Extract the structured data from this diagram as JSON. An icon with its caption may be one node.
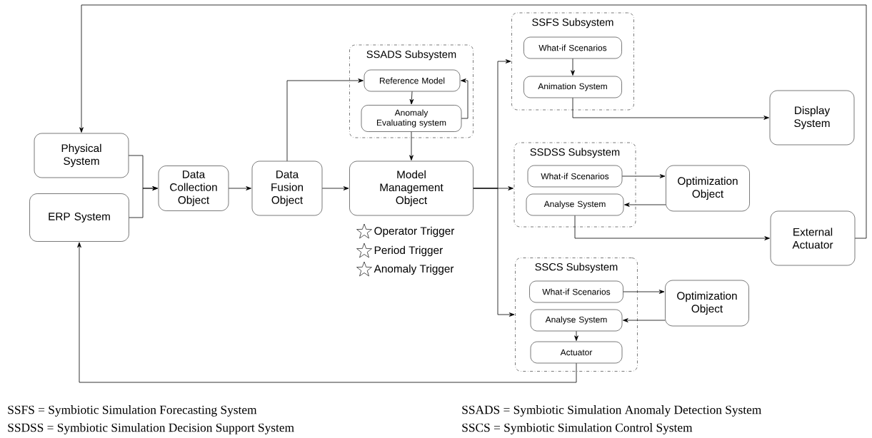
{
  "diagram": {
    "nodes": [
      {
        "text": [
          "Physical System"
        ]
      },
      {
        "text": [
          "ERP System"
        ]
      },
      {
        "text": [
          "Data Collection Object"
        ]
      },
      {
        "text": [
          "Data Fusion Object"
        ]
      },
      {
        "text": [
          "SSADS Subsystem"
        ]
      },
      {
        "text": [
          "Reference Model"
        ],
        "in": 4
      },
      {
        "text": [
          "Anomaly Evaluating system"
        ],
        "in": 4
      },
      {
        "text": [
          "Model Management Object"
        ]
      },
      {
        "text": [
          "SSFS Subsystem"
        ]
      },
      {
        "text": [
          "What-if Scenarios"
        ],
        "in": 8
      },
      {
        "text": [
          "Animation System"
        ],
        "in": 8
      },
      {
        "text": [
          "Display System"
        ]
      },
      {
        "text": [
          "SSDSS Subsystem"
        ]
      },
      {
        "text": [
          "What-if Scenarios"
        ],
        "in": 12
      },
      {
        "text": [
          "Analyse System"
        ],
        "in": 12
      },
      {
        "text": [
          "Optimization Object"
        ]
      },
      {
        "text": [
          "External Actuator"
        ]
      },
      {
        "text": [
          "SSCS Subsystem"
        ]
      },
      {
        "text": [
          "What-if Scenarios"
        ],
        "in": 17
      },
      {
        "text": [
          "Analyse System"
        ],
        "in": 17
      },
      {
        "text": [
          "Actuator"
        ],
        "in": 17
      },
      {
        "text": [
          "Optimization Object"
        ]
      }
    ],
    "edges": [
      {
        "from": 0,
        "to": 2,
        "arrow": "to"
      },
      {
        "from": 1,
        "to": 2,
        "arrow": "to"
      },
      {
        "from": 2,
        "to": 3,
        "arrow": "to"
      },
      {
        "from": 3,
        "to": 7,
        "arrow": "to"
      },
      {
        "from": 3,
        "to": 5,
        "arrow": "to"
      },
      {
        "from": 5,
        "to": 6,
        "arrow": "to"
      },
      {
        "from": 6,
        "to": 5,
        "arrow": "to"
      },
      {
        "from": 6,
        "to": 7,
        "arrow": "to"
      },
      {
        "from": 7,
        "to": 8,
        "arrow": "to"
      },
      {
        "from": 7,
        "to": 12,
        "arrow": "to"
      },
      {
        "from": 7,
        "to": 17,
        "arrow": "to"
      },
      {
        "from": 9,
        "to": 10,
        "arrow": "to"
      },
      {
        "from": 10,
        "to": 11,
        "arrow": "to"
      },
      {
        "from": 13,
        "to": 15,
        "arrow": "to"
      },
      {
        "from": 15,
        "to": 14,
        "arrow": "to"
      },
      {
        "from": 14,
        "to": 16,
        "arrow": "to"
      },
      {
        "from": 16,
        "to": 0,
        "arrow": "to"
      },
      {
        "from": 18,
        "to": 21,
        "arrow": "to"
      },
      {
        "from": 21,
        "to": 19,
        "arrow": "to"
      },
      {
        "from": 19,
        "to": 20,
        "arrow": "to"
      },
      {
        "from": 20,
        "to": 1,
        "arrow": "to"
      }
    ],
    "labels": [
      "Operator Trigger",
      "Period Trigger",
      "Anomaly Trigger",
      "SSFS = Symbiotic Simulation Forecasting System",
      "SSADS = Symbiotic Simulation Anomaly Detection System",
      "SSDSS = Symbiotic Simulation Decision Support System",
      "SSCS = Symbiotic Simulation Control System"
    ]
  }
}
